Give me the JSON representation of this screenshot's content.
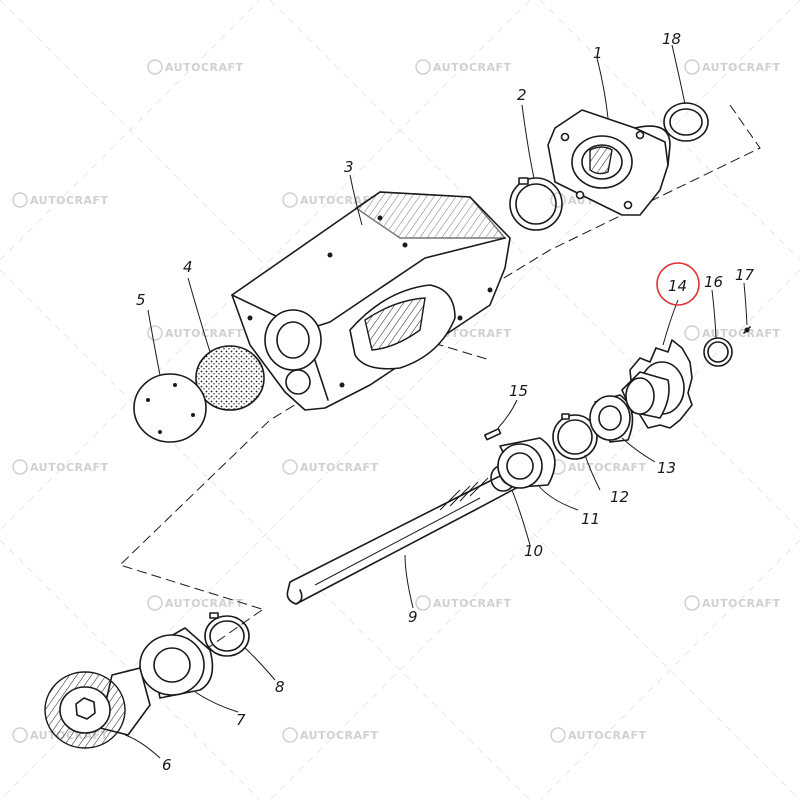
{
  "watermark": {
    "text": "AUTOCRAFT",
    "color": "#d0d0d0"
  },
  "highlight": {
    "part": "14",
    "color": "#e03030"
  },
  "callouts": [
    "1",
    "2",
    "3",
    "4",
    "5",
    "6",
    "7",
    "8",
    "9",
    "10",
    "11",
    "12",
    "13",
    "14",
    "15",
    "16",
    "17",
    "18"
  ],
  "icons": [
    "watermark-logo-icon"
  ]
}
